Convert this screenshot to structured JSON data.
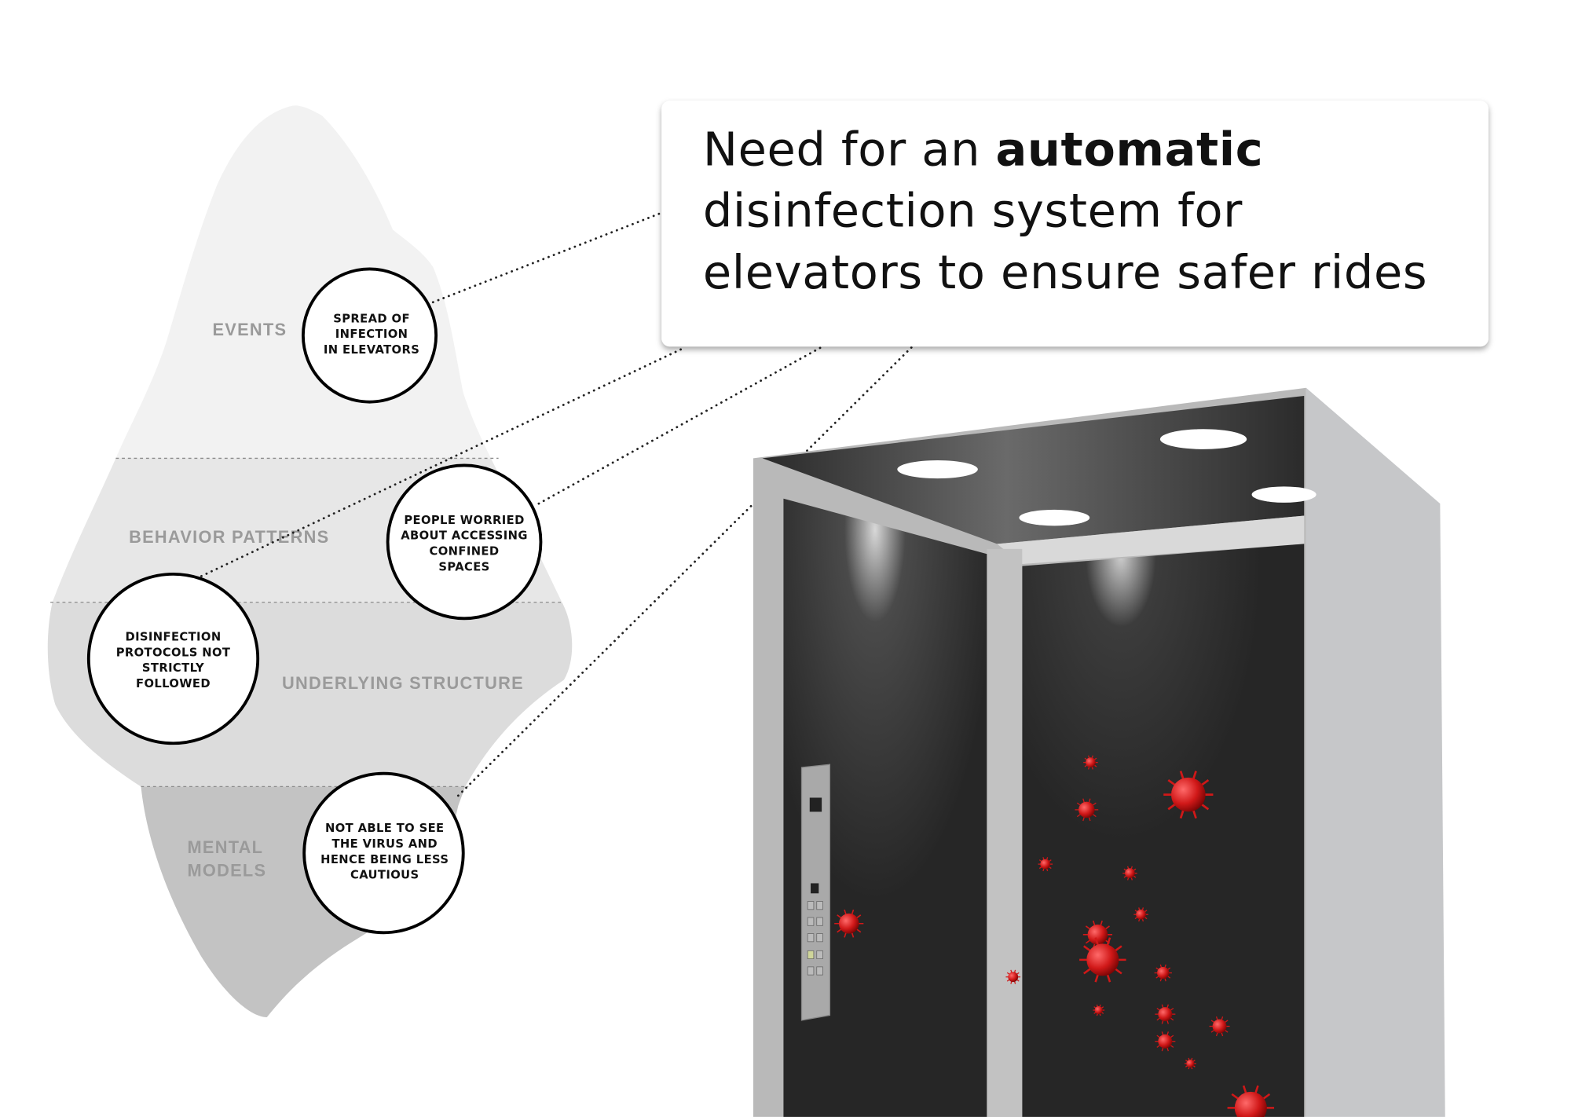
{
  "callout": {
    "line1_pre": "Need for an ",
    "line1_bold": "automatic",
    "line2": "disinfection system for",
    "line3": "elevators to ensure safer rides"
  },
  "iceberg": {
    "levels": [
      {
        "label": "EVENTS"
      },
      {
        "label": "BEHAVIOR PATTERNS"
      },
      {
        "label": "UNDERLYING STRUCTURE"
      },
      {
        "label_lines": [
          "MENTAL",
          "MODELS"
        ]
      }
    ],
    "circles": [
      {
        "lines": [
          "SPREAD OF",
          "INFECTION",
          "IN ELEVATORS"
        ]
      },
      {
        "lines": [
          "PEOPLE WORRIED",
          "ABOUT ACCESSING",
          "CONFINED",
          "SPACES"
        ]
      },
      {
        "lines": [
          "DISINFECTION",
          "PROTOCOLS NOT",
          "STRICTLY",
          "FOLLOWED"
        ]
      },
      {
        "lines": [
          "NOT ABLE TO SEE",
          "THE VIRUS AND",
          "HENCE BEING LESS",
          "CAUTIOUS"
        ]
      }
    ],
    "colors": {
      "events": "#f2f2f2",
      "behavior": "#e7e7e7",
      "structure": "#dcdcdc",
      "mental": "#c3c3c3"
    }
  },
  "virus_color": "#d01818"
}
